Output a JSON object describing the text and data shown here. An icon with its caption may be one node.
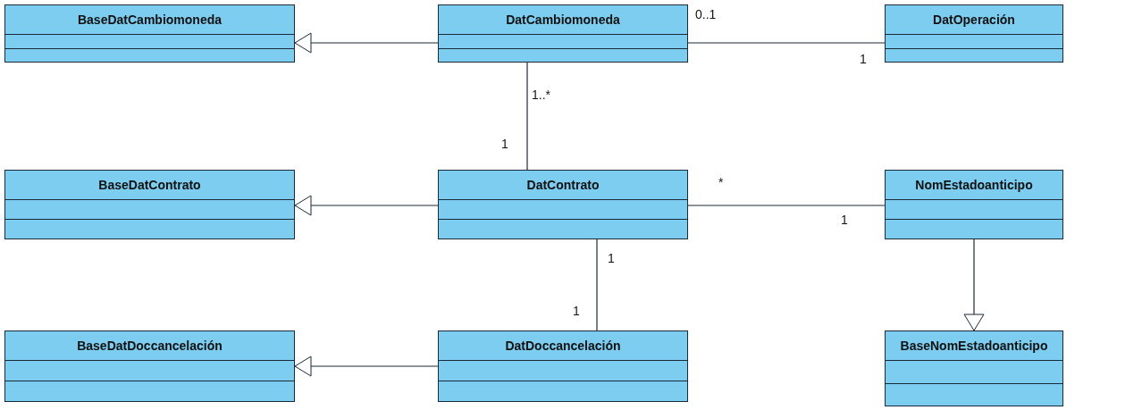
{
  "diagram": {
    "nodes": [
      {
        "text": [
          "BaseDatCambiomoneda"
        ]
      },
      {
        "text": [
          "DatCambiomoneda"
        ]
      },
      {
        "text": [
          "DatOperación"
        ]
      },
      {
        "text": [
          "BaseDatContrato"
        ]
      },
      {
        "text": [
          "DatContrato"
        ]
      },
      {
        "text": [
          "NomEstadoanticipo"
        ]
      },
      {
        "text": [
          "BaseDatDoccancelación"
        ]
      },
      {
        "text": [
          "DatDoccancelación"
        ]
      },
      {
        "text": [
          "BaseNomEstadoanticipo"
        ]
      }
    ],
    "edges": [
      {
        "from": 1,
        "to": 0,
        "arrow": "to"
      },
      {
        "from": 1,
        "to": 2,
        "arrow": "none"
      },
      {
        "from": 1,
        "to": 4,
        "arrow": "none"
      },
      {
        "from": 4,
        "to": 3,
        "arrow": "to"
      },
      {
        "from": 4,
        "to": 5,
        "arrow": "none"
      },
      {
        "from": 4,
        "to": 7,
        "arrow": "none"
      },
      {
        "from": 7,
        "to": 6,
        "arrow": "to"
      },
      {
        "from": 5,
        "to": 8,
        "arrow": "to"
      }
    ],
    "labels": [
      "0..1",
      "1",
      "1..*",
      "1",
      "*",
      "1",
      "1",
      "1"
    ]
  }
}
